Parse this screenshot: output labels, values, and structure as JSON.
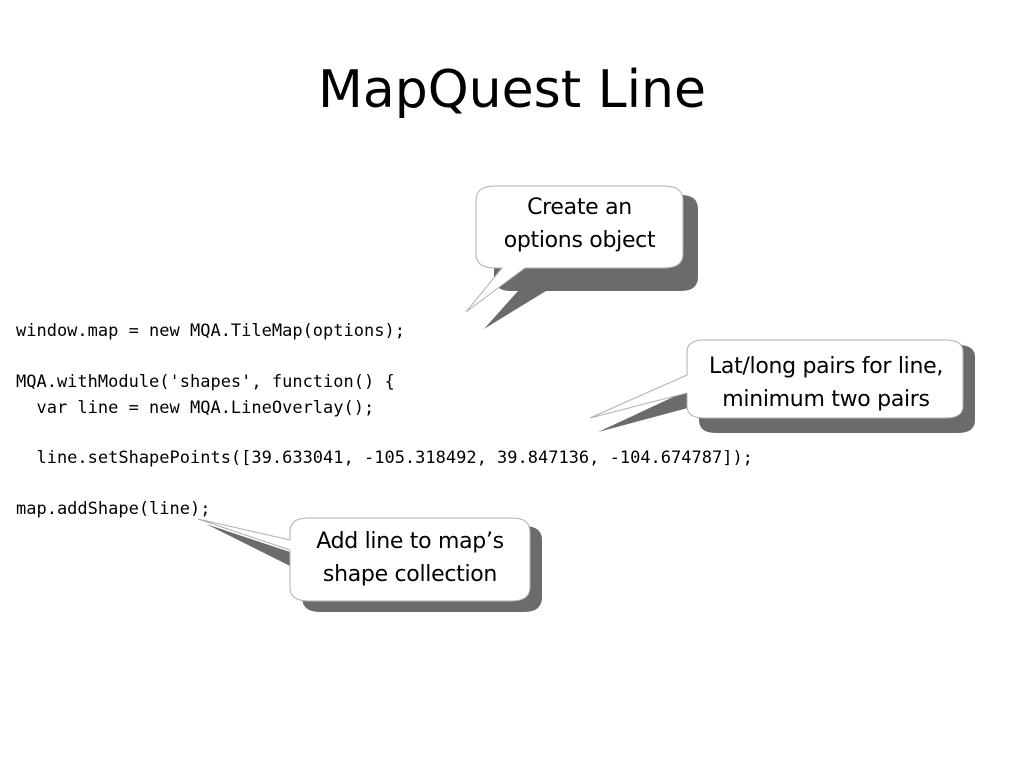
{
  "slide": {
    "title": "MapQuest Line"
  },
  "code": {
    "lines": [
      "window.map = new MQA.TileMap(options);",
      "MQA.withModule('shapes', function() {",
      "  var line = new MQA.LineOverlay();",
      "  line.setShapePoints([39.633041, -105.318492, 39.847136, -104.674787]);",
      "map.addShape(line);"
    ]
  },
  "callouts": {
    "options": {
      "line1": "Create an",
      "line2": "options object"
    },
    "latlong": {
      "line1": "Lat/long pairs for line,",
      "line2": "minimum two pairs"
    },
    "addline": {
      "line1": "Add line to map’s",
      "line2": "shape collection"
    }
  },
  "colors": {
    "bubble_fill": "#ffffff",
    "bubble_border": "#b0b0b0",
    "bubble_shadow": "#6b6b6b"
  }
}
